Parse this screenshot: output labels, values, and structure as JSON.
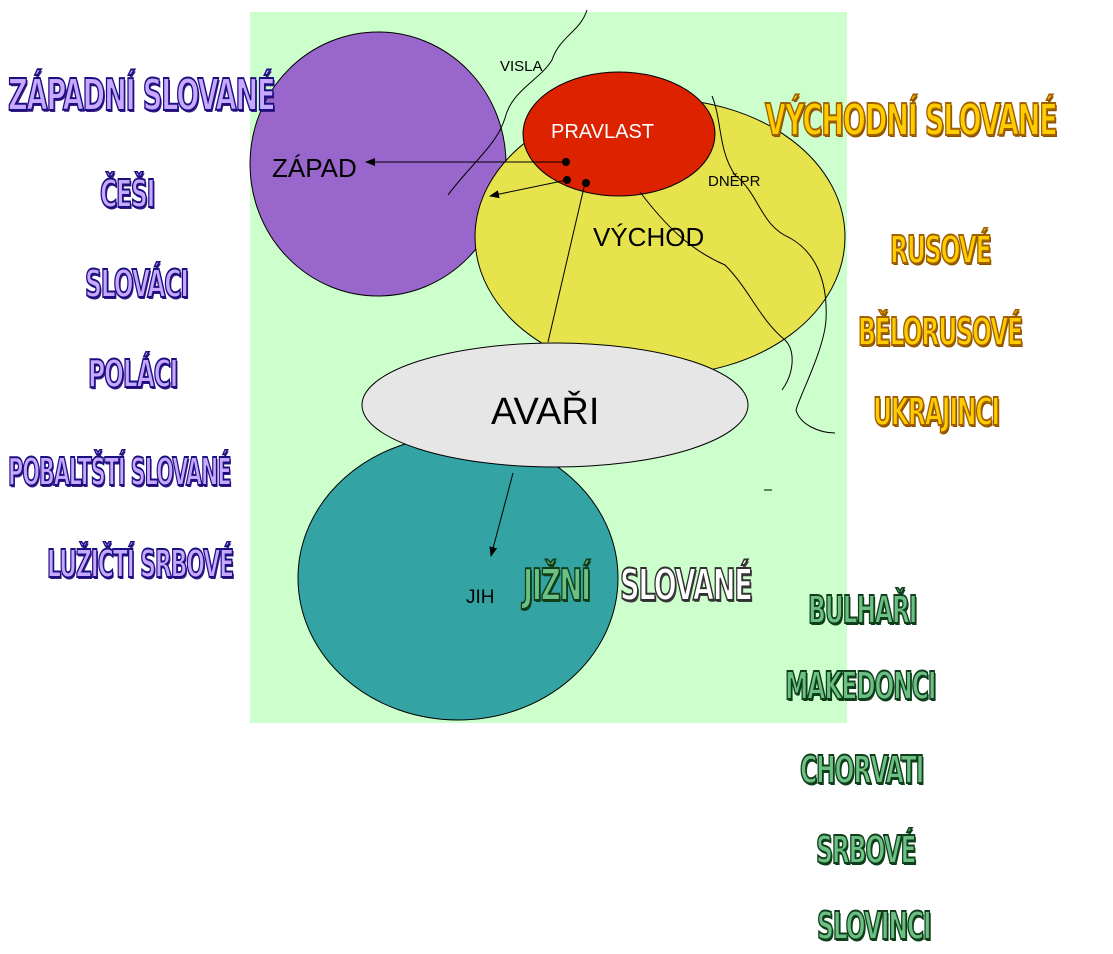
{
  "regions": {
    "zapad": "ZÁPAD",
    "pravlast": "PRAVLAST",
    "vychod": "VÝCHOD",
    "avari": "AVAŘI",
    "jih": "JIH"
  },
  "rivers": {
    "visla": "VISLA",
    "dnepr": "DNĚPR"
  },
  "west": {
    "title": "ZÁPADNÍ SLOVANÉ",
    "peoples": [
      "ČEŠI",
      "SLOVÁCI",
      "POLÁCI",
      "POBALTŠTÍ SLOVANÉ",
      "LUŽIČTÍ SRBOVÉ"
    ]
  },
  "east": {
    "title": "VÝCHODNÍ SLOVANÉ",
    "peoples": [
      "RUSOVÉ",
      "BĚLORUSOVÉ",
      "UKRAJINCI"
    ]
  },
  "south": {
    "title_part1": "JIŽNÍ",
    "title_part2": "SLOVANÉ",
    "peoples": [
      "BULHAŘI",
      "MAKEDONCI",
      "CHORVATI",
      "SRBOVÉ",
      "SLOVINCI"
    ]
  },
  "colors": {
    "background": "#ccffcc",
    "west_region": "#9966cc",
    "homeland": "#dd2200",
    "east_region": "#e6e34c",
    "avars": "#e6e6e6",
    "south_region": "#33a3a3"
  }
}
